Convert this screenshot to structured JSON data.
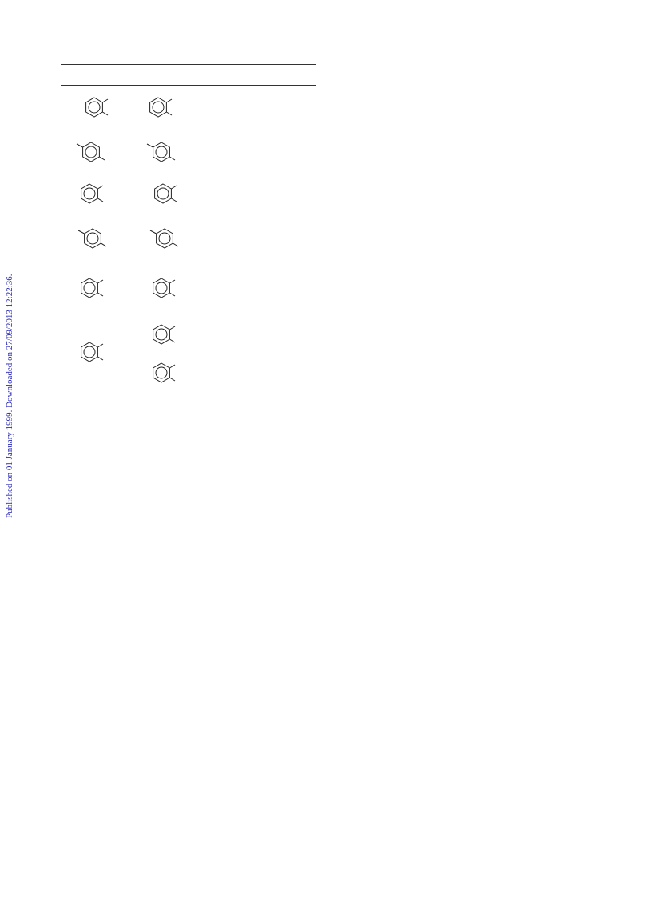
{
  "side_note": {
    "text": "Published on 01 January 1999. Downloaded on 27/09/2013 12:22:36."
  },
  "table": {
    "rows": [
      {
        "left": "ortho-disubstituted-benzene",
        "right": [
          "ortho-disubstituted-benzene"
        ]
      },
      {
        "left": "para-disubstituted-benzene",
        "right": [
          "para-disubstituted-benzene"
        ]
      },
      {
        "left": "ortho-disubstituted-benzene",
        "right": [
          "ortho-disubstituted-benzene"
        ]
      },
      {
        "left": "para-disubstituted-benzene",
        "right": [
          "para-disubstituted-benzene"
        ]
      },
      {
        "left": "ortho-disubstituted-benzene",
        "right": [
          "ortho-disubstituted-benzene"
        ]
      },
      {
        "left": "ortho-disubstituted-benzene",
        "right": [
          "ortho-disubstituted-benzene",
          "ortho-disubstituted-benzene"
        ]
      }
    ]
  },
  "colors": {
    "rule": "#333333",
    "side_note": "#2b2bb8",
    "structure": "#222222"
  }
}
